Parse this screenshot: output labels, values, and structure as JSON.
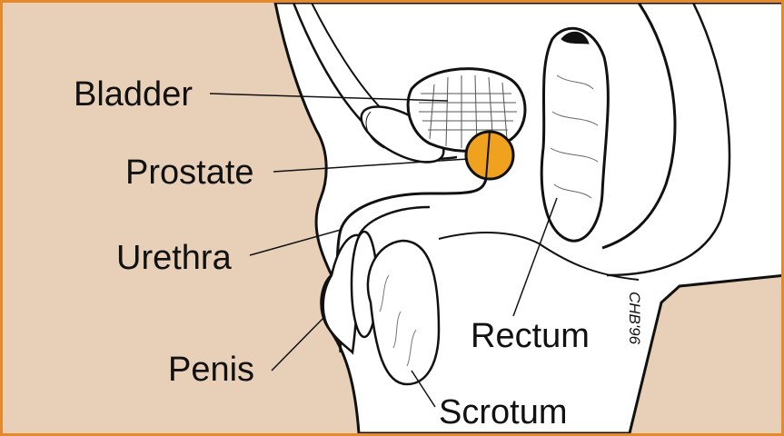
{
  "labels": {
    "bladder": "Bladder",
    "prostate": "Prostate",
    "urethra": "Urethra",
    "penis": "Penis",
    "rectum": "Rectum",
    "scrotum": "Scrotum"
  },
  "signature": "CHB'96",
  "colors": {
    "border": "#e58a2b",
    "background": "#e8d0b8",
    "prostate": "#f0a21e",
    "tissue": "#ffffff",
    "ink": "#111111"
  }
}
